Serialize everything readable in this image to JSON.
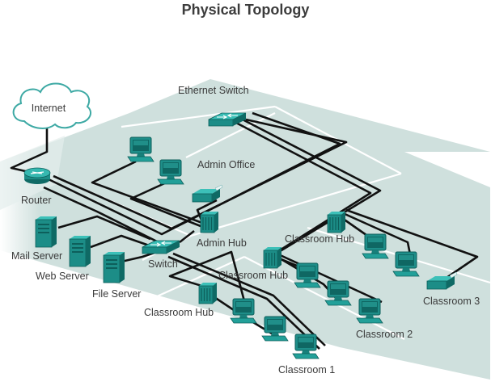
{
  "title": "Physical Topology",
  "labels": {
    "internet": "Internet",
    "router": "Router",
    "ethernet_switch": "Ethernet Switch",
    "admin_office": "Admin Office",
    "admin_hub": "Admin Hub",
    "switch": "Switch",
    "mail_server": "Mail Server",
    "web_server": "Web Server",
    "file_server": "File Server",
    "classroom_hub_1": "Classroom Hub",
    "classroom_hub_2": "Classroom Hub",
    "classroom_hub_3": "Classroom Hub",
    "classroom_1": "Classroom 1",
    "classroom_2": "Classroom 2",
    "classroom_3": "Classroom 3"
  },
  "colors": {
    "floor": "#cfe0dd",
    "device_teal": "#1f9690",
    "cable": "#111111",
    "cloud_stroke": "#3da9a4"
  }
}
